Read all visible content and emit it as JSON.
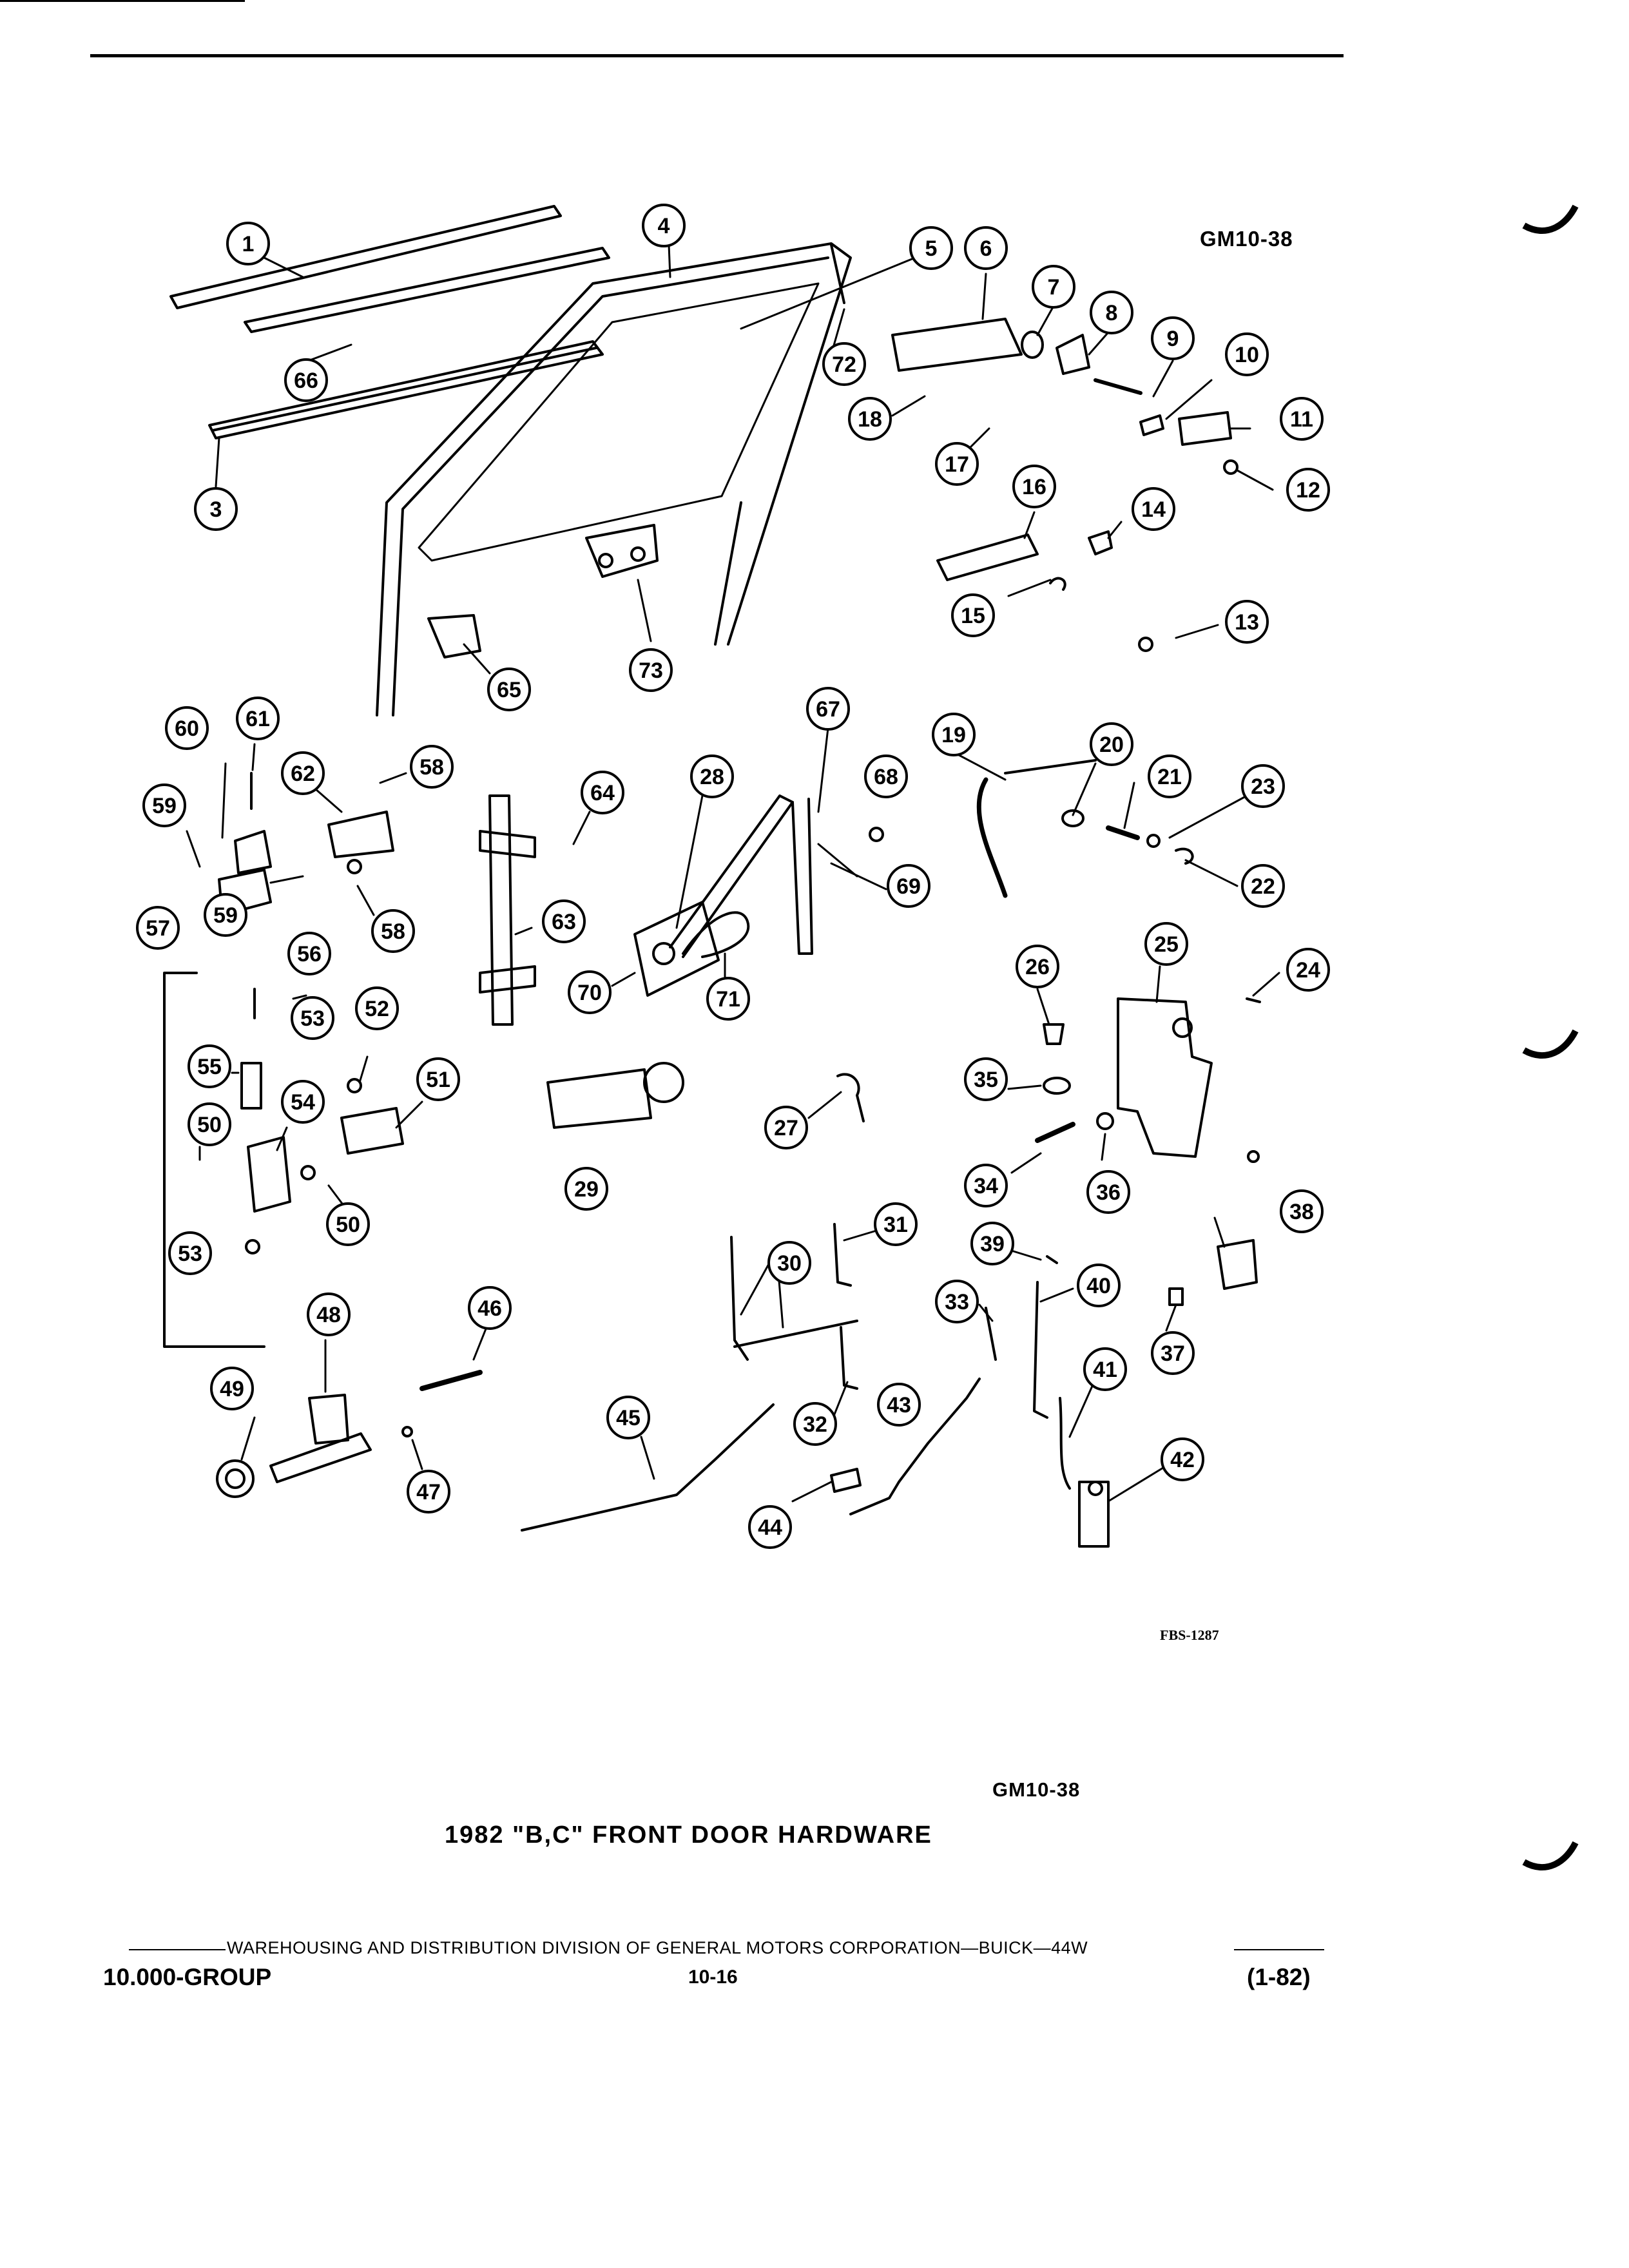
{
  "figure_code_top": "GM10-38",
  "figure_code_bottom": "GM10-38",
  "source_code": "FBS-1287",
  "title": "1982 \"B,C\" FRONT DOOR HARDWARE",
  "footer": {
    "division": "WAREHOUSING AND DISTRIBUTION  DIVISION OF GENERAL MOTORS CORPORATION—BUICK—44W",
    "group": "10.000-GROUP",
    "page": "10-16",
    "revision": "(1-82)"
  },
  "callouts": [
    "1",
    "3",
    "4",
    "5",
    "6",
    "7",
    "8",
    "9",
    "10",
    "11",
    "12",
    "13",
    "14",
    "15",
    "16",
    "17",
    "18",
    "19",
    "20",
    "21",
    "22",
    "23",
    "24",
    "25",
    "26",
    "27",
    "28",
    "29",
    "30",
    "31",
    "32",
    "33",
    "34",
    "35",
    "36",
    "37",
    "38",
    "39",
    "40",
    "41",
    "42",
    "43",
    "44",
    "45",
    "46",
    "47",
    "48",
    "49",
    "50",
    "50",
    "51",
    "52",
    "53",
    "53",
    "54",
    "55",
    "56",
    "57",
    "58",
    "58",
    "59",
    "59",
    "60",
    "61",
    "62",
    "63",
    "64",
    "65",
    "66",
    "67",
    "68",
    "69",
    "70",
    "71",
    "72",
    "73"
  ]
}
